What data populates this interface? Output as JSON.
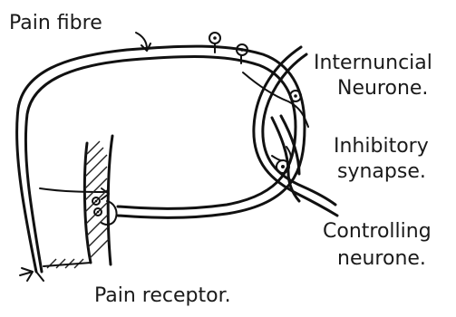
{
  "labels": {
    "pain_fibre": "Pain fibre",
    "internuncial_line1": "Internuncial",
    "internuncial_line2": "Neurone.",
    "inhibitory_line1": "Inhibitory",
    "inhibitory_line2": "synapse.",
    "controlling_line1": "Controlling",
    "controlling_line2": "neurone.",
    "pain_receptor": "Pain receptor."
  }
}
